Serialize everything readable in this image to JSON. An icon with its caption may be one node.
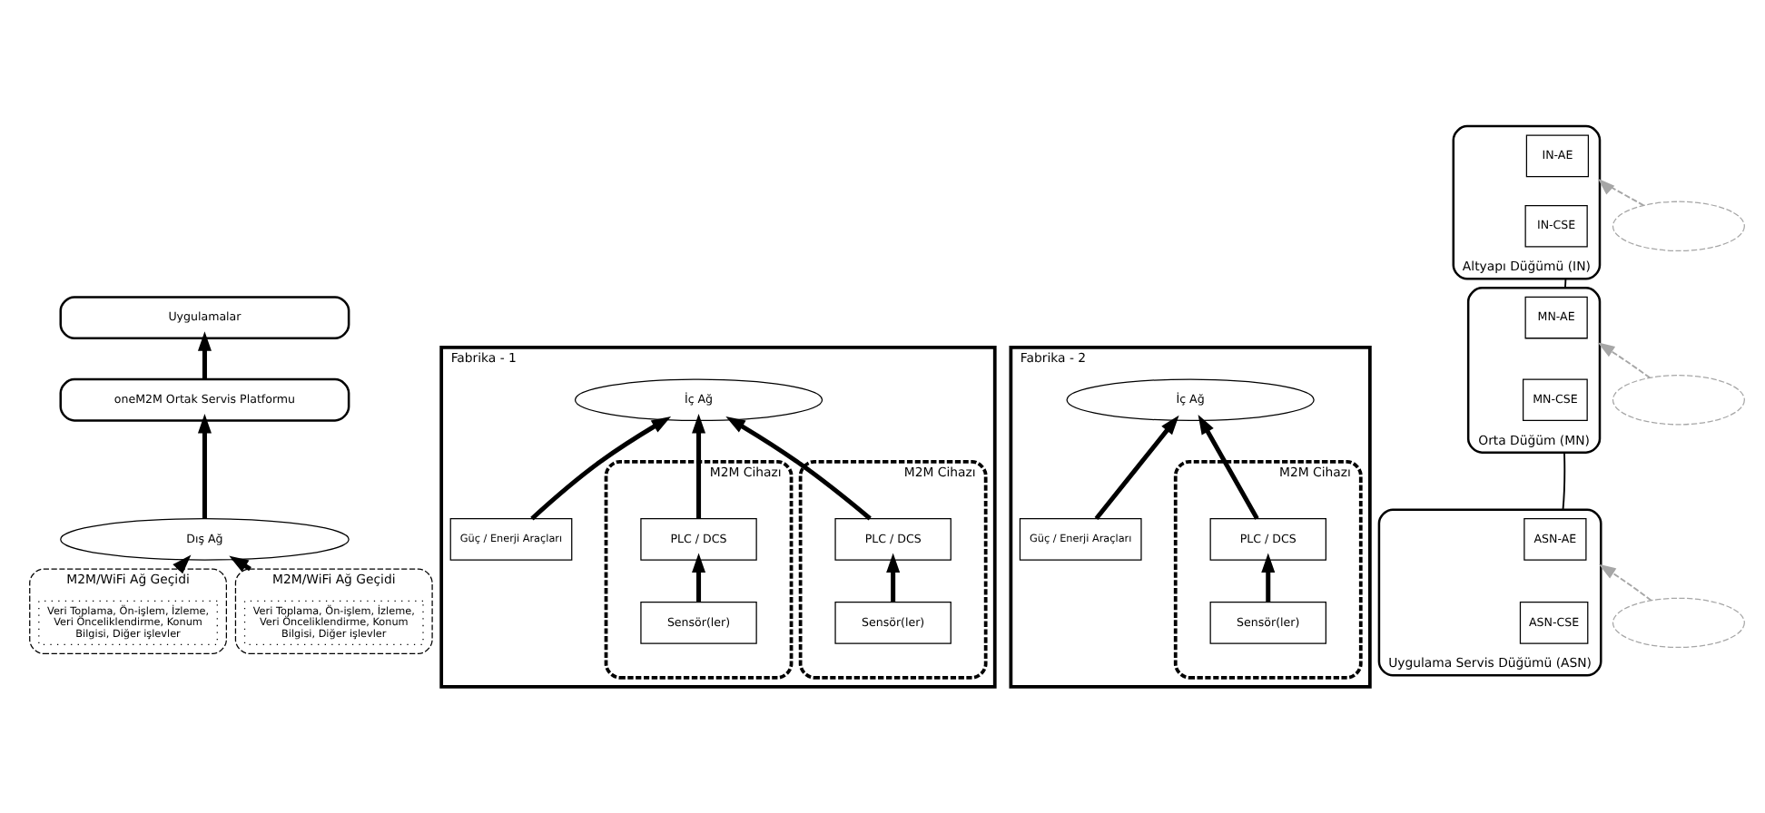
{
  "diagram": {
    "nodes": [
      {
        "text": [
          "Uygulamalar"
        ]
      },
      {
        "text": [
          "oneM2M Ortak Servis Platformu"
        ]
      },
      {
        "text": [
          "Dış Ağ"
        ]
      },
      {
        "text": [
          "Fabrika - 1"
        ]
      },
      {
        "text": [
          "İç Ağ"
        ],
        "in": 3
      },
      {
        "text": [
          "M2M Cihazı"
        ],
        "in": 3
      },
      {
        "text": [
          "PLC / DCS"
        ],
        "in": 5
      },
      {
        "text": [
          "Sensör(ler)"
        ],
        "in": 5
      },
      {
        "text": [
          "M2M Cihazı"
        ],
        "in": 3
      },
      {
        "text": [
          "PLC / DCS"
        ],
        "in": 8
      },
      {
        "text": [
          "Sensör(ler)"
        ],
        "in": 8
      },
      {
        "text": [
          "Güç / Enerji Araçları"
        ],
        "in": 3
      },
      {
        "text": [
          "M2M/WiFi Ağ Geçidi"
        ]
      },
      {
        "text": [
          "Veri Toplama, Ön-işlem, İzleme, Veri Önceliklendirme, Konum Bilgisi, Diğer işlevler"
        ],
        "in": 12
      },
      {
        "text": [
          "Fabrika - 2"
        ]
      },
      {
        "text": [
          "İç Ağ"
        ],
        "in": 14
      },
      {
        "text": [
          "M2M Cihazı"
        ],
        "in": 14
      },
      {
        "text": [
          "PLC / DCS"
        ],
        "in": 16
      },
      {
        "text": [
          "Sensör(ler)"
        ],
        "in": 16
      },
      {
        "text": [
          "Güç / Enerji Araçları"
        ],
        "in": 14
      },
      {
        "text": [
          "M2M/WiFi Ağ Geçidi"
        ]
      },
      {
        "text": [
          "Veri Toplama, Ön-işlem, İzleme, Veri Önceliklendirme, Konum Bilgisi, Diğer işlevler"
        ],
        "in": 20
      },
      {
        "text": [
          "Altyapı Düğümü (IN)"
        ]
      },
      {
        "text": [
          "IN-AE"
        ],
        "in": 22
      },
      {
        "text": [
          "IN-CSE"
        ],
        "in": 22
      },
      {
        "text": [
          "Orta Düğüm (MN)"
        ]
      },
      {
        "text": [
          "MN-AE"
        ],
        "in": 25
      },
      {
        "text": [
          "MN-CSE"
        ],
        "in": 25
      },
      {
        "text": [
          "Uygulama Servis Düğümü (ASN)"
        ]
      },
      {
        "text": [
          "ASN-AE"
        ],
        "in": 28
      },
      {
        "text": [
          "ASN-CSE"
        ],
        "in": 28
      },
      {
        "text": [],
        "shape": "ellipse"
      },
      {
        "text": [],
        "shape": "ellipse"
      },
      {
        "text": [],
        "shape": "ellipse"
      }
    ],
    "edges": [
      {
        "from": 7,
        "to": 6,
        "arrow": "to"
      },
      {
        "from": 6,
        "to": 4,
        "arrow": "to"
      },
      {
        "from": 10,
        "to": 9,
        "arrow": "to"
      },
      {
        "from": 9,
        "to": 4,
        "arrow": "to"
      },
      {
        "from": 11,
        "to": 4,
        "arrow": "to"
      },
      {
        "from": 18,
        "to": 17,
        "arrow": "to"
      },
      {
        "from": 17,
        "to": 15,
        "arrow": "to"
      },
      {
        "from": 19,
        "to": 15,
        "arrow": "to"
      },
      {
        "from": 12,
        "to": 2,
        "arrow": "to"
      },
      {
        "from": 20,
        "to": 2,
        "arrow": "to"
      },
      {
        "from": 2,
        "to": 1,
        "arrow": "to"
      },
      {
        "from": 1,
        "to": 0,
        "arrow": "to"
      },
      {
        "from": 22,
        "to": 25,
        "arrow": "none"
      },
      {
        "from": 25,
        "to": 28,
        "arrow": "none"
      },
      {
        "from": 31,
        "to": 22,
        "arrow": "to",
        "style": "dashed",
        "color": "#a6a6a6"
      },
      {
        "from": 32,
        "to": 25,
        "arrow": "to",
        "style": "dashed",
        "color": "#a6a6a6"
      },
      {
        "from": 33,
        "to": 28,
        "arrow": "to",
        "style": "dashed",
        "color": "#a6a6a6"
      }
    ]
  }
}
